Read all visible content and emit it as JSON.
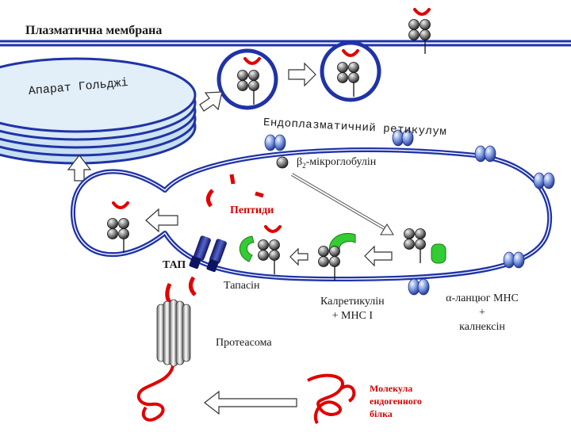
{
  "labels": {
    "plasma_membrane": "Плазматична мембрана",
    "golgi": "Апарат Гольджі",
    "er": "Ендоплазматичний ретикулум",
    "b2_prefix": "β",
    "b2_sub": "2",
    "b2_rest": "-мікроглобулін",
    "peptides": "Пептиди",
    "tap": "ТАП",
    "tapasin": "Тапасін",
    "calreticulin_line1": "Калретикулін",
    "calreticulin_line2": "+ МНС І",
    "alpha_line1": "α-ланцюг МНС",
    "alpha_line2": "+",
    "alpha_line3": "калнексін",
    "proteasome": "Протеасома",
    "molecule_line1": "Молекула",
    "molecule_line2": "ендогенного",
    "molecule_line3": "білка"
  },
  "colors": {
    "membrane_blue": "#1f33a8",
    "golgi_fill": "#c7dff0",
    "peptide_red": "#e00000",
    "tap_navy": "#1a237e",
    "tapasin_green": "#33cc33",
    "b2m_blue": "#6f8fd8",
    "bead_gray": "#8a8a8a"
  }
}
